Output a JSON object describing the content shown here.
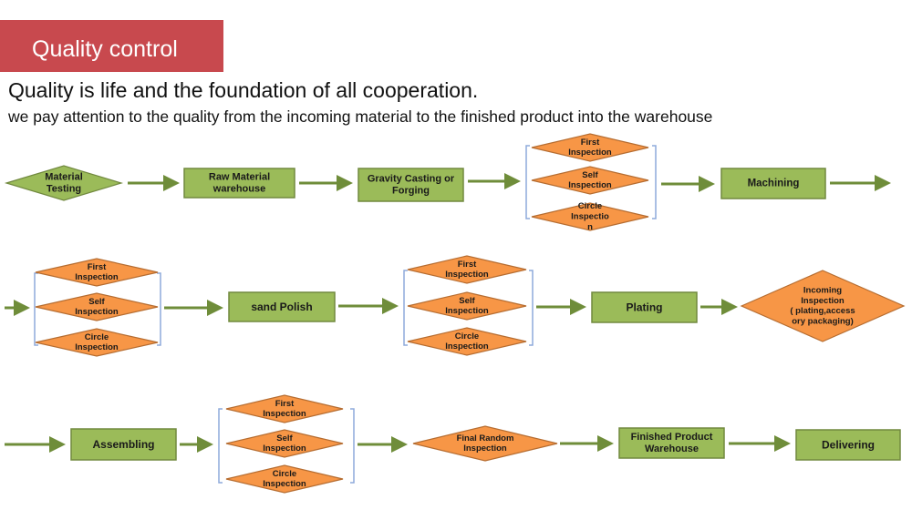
{
  "header": {
    "banner": "Quality control",
    "headline": "Quality is life and the foundation of all cooperation.",
    "subline": "we pay attention to the quality from the incoming material to the finished product into the warehouse"
  },
  "colors": {
    "banner": "#c8494e",
    "green_fill": "#9bbb59",
    "green_stroke": "#71893f",
    "orange_fill": "#f79646",
    "orange_stroke": "#b66d31",
    "arrow": "#6f8d3a",
    "bracket": "#8eaadb"
  },
  "flow": {
    "row1": {
      "material_testing": [
        "Material",
        "Testing"
      ],
      "raw_material_warehouse": [
        "Raw Material",
        "warehouse"
      ],
      "gravity_casting": [
        "Gravity Casting  or",
        "Forging"
      ],
      "inspections": [
        [
          "First",
          "Inspection"
        ],
        [
          "Self",
          "Inspection"
        ],
        [
          "Circle",
          "Inspectio",
          "n"
        ]
      ],
      "machining": [
        "Machining"
      ]
    },
    "row2": {
      "inspections_a": [
        [
          "First",
          "Inspection"
        ],
        [
          "Self",
          "Inspection"
        ],
        [
          "Circle",
          "Inspection"
        ]
      ],
      "sand_polish": [
        "sand Polish"
      ],
      "inspections_b": [
        [
          "First",
          "Inspection"
        ],
        [
          "Self",
          "Inspection"
        ],
        [
          "Circle",
          "Inspection"
        ]
      ],
      "plating": [
        "Plating"
      ],
      "incoming_inspection": [
        "Incoming",
        "Inspection",
        "( plating,access",
        "ory packaging)"
      ]
    },
    "row3": {
      "assembling": [
        "Assembling"
      ],
      "inspections": [
        [
          "First",
          "Inspection"
        ],
        [
          "Self",
          "Inspection"
        ],
        [
          "Circle",
          "Inspection"
        ]
      ],
      "final_random_inspection": [
        "Final Random",
        "Inspection"
      ],
      "finished_product_warehouse": [
        "Finished Product",
        "Warehouse"
      ],
      "delivering": [
        "Delivering"
      ]
    }
  }
}
